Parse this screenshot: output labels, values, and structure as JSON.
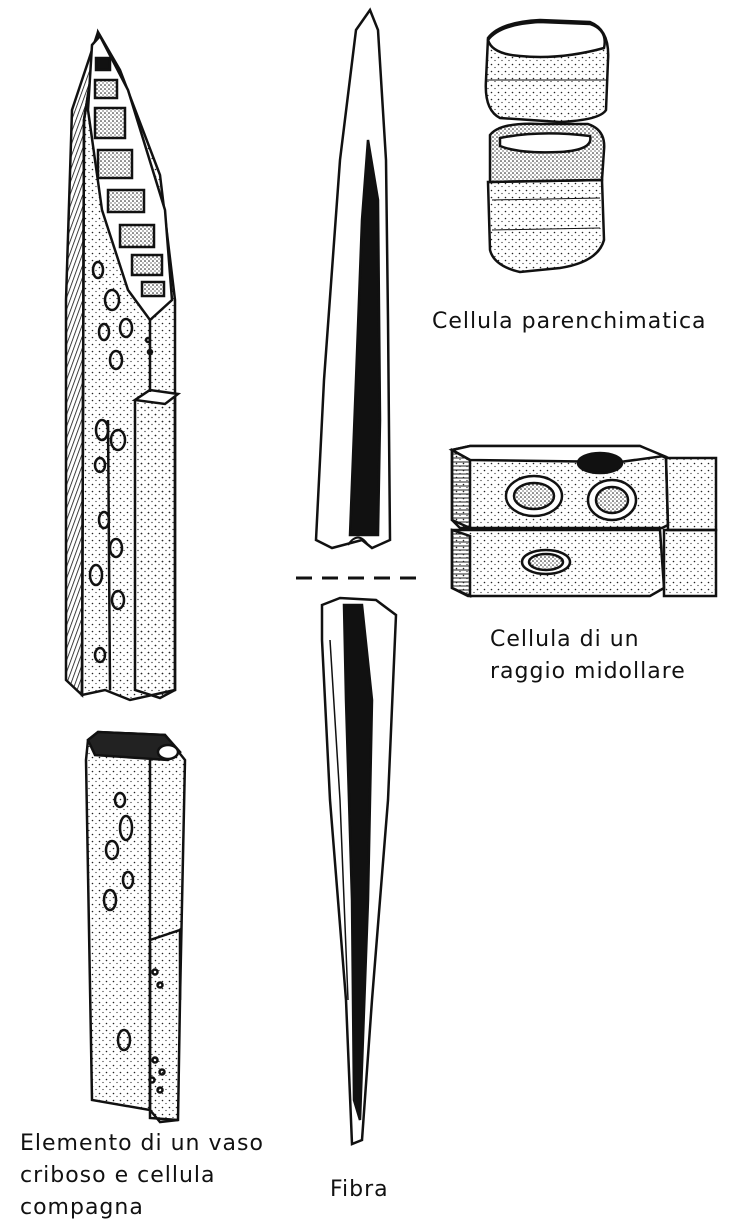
{
  "labels": {
    "parenchimatica": "Cellula parenchimatica",
    "raggio_line1": "Cellula di un",
    "raggio_line2": "raggio midollare",
    "fibra": "Fibra",
    "vaso_line1": "Elemento di un vaso",
    "vaso_line2": "criboso e cellula",
    "vaso_line3": "compagna"
  },
  "colors": {
    "ink": "#111111",
    "paper": "#ffffff",
    "shade": "#333333"
  }
}
